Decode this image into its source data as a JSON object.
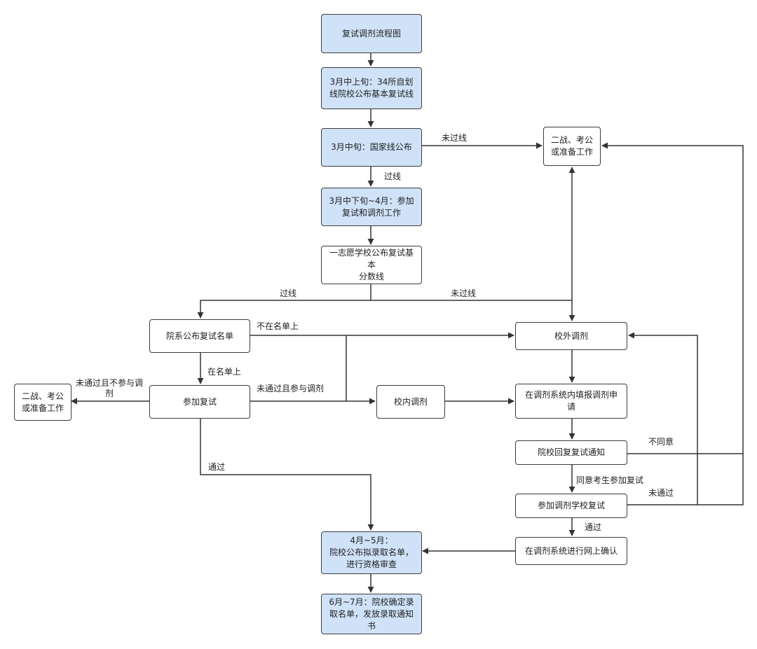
{
  "nodes": {
    "title": "复试调剂流程图",
    "n_34": "3月中上旬：34所自划\n线院校公布基本复试线",
    "n_national": "3月中旬：国家线公布",
    "n_retest": "3月中下旬~4月：参加\n复试和调剂工作",
    "n_first_choice": "一志愿学校公布复试基本\n分数线",
    "n_dept_list": "院系公布复试名单",
    "n_attend": "参加复试",
    "n_fail_right": "二战、考公\n或准备工作",
    "n_fail_left": "二战、考公\n或准备工作",
    "n_inside": "校内调剂",
    "n_outside": "校外调剂",
    "n_apply": "在调剂系统内填报调剂申请",
    "n_notice": "院校回复复试通知",
    "n_adjust_retest": "参加调剂学校复试",
    "n_confirm": "在调剂系统进行网上确认",
    "n_may": "4月~5月：\n院校公布拟录取名单，\n进行资格审查",
    "n_july": "6月~7月：院校确定录\n取名单，发放录取通知\n书"
  },
  "edge_labels": {
    "not_pass_national": "未过线",
    "pass_national": "过线",
    "pass_first": "过线",
    "not_pass_first": "未过线",
    "not_on_list": "不在名单上",
    "on_list": "在名单上",
    "fail_no_adjust": "未通过且不参与调\n剂",
    "fail_adjust": "未通过且参与调剂",
    "pass": "通过",
    "disagree": "不同意",
    "agree_retest": "同意考生参加复试",
    "not_passed": "未通过",
    "passed": "通过"
  },
  "colors": {
    "highlight_fill": "#cfe2f8",
    "plain_fill": "#ffffff",
    "stroke": "#3c3c3c"
  }
}
